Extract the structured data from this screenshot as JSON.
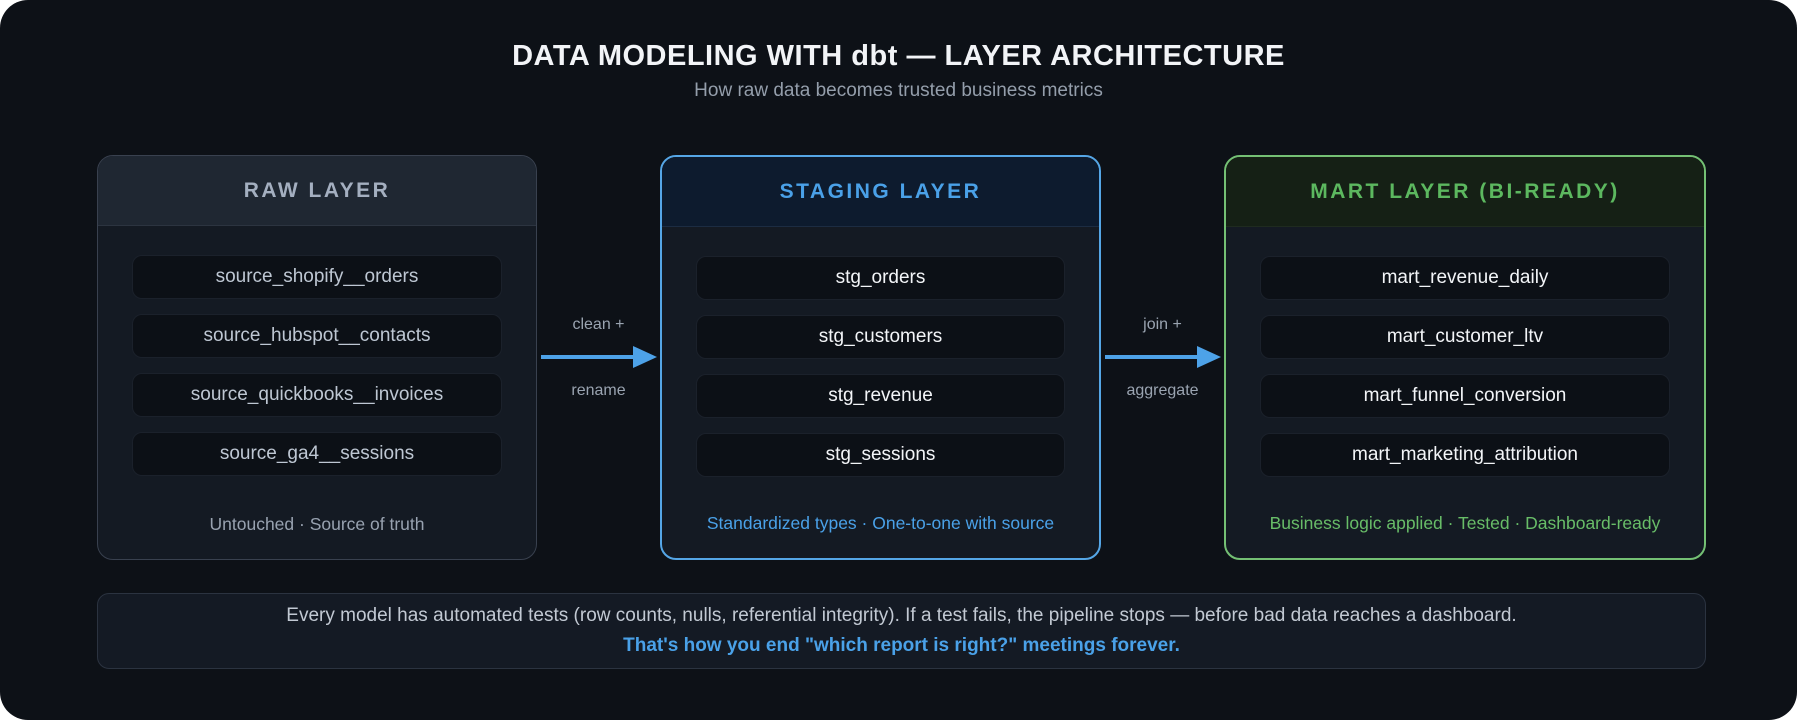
{
  "header": {
    "title": "DATA MODELING WITH dbt — LAYER ARCHITECTURE",
    "subtitle": "How raw data becomes trusted business metrics"
  },
  "cards": [
    {
      "title": "RAW LAYER",
      "items": [
        "source_shopify__orders",
        "source_hubspot__contacts",
        "source_quickbooks__invoices",
        "source_ga4__sessions"
      ],
      "footer": "Untouched · Source of truth",
      "accent_color": "#a4afc0"
    },
    {
      "title": "STAGING LAYER",
      "items": [
        "stg_orders",
        "stg_customers",
        "stg_revenue",
        "stg_sessions"
      ],
      "footer": "Standardized types · One-to-one with source",
      "accent_color": "#4aa1e8"
    },
    {
      "title": "MART LAYER (BI-READY)",
      "items": [
        "mart_revenue_daily",
        "mart_customer_ltv",
        "mart_funnel_conversion",
        "mart_marketing_attribution"
      ],
      "footer": "Business logic applied · Tested · Dashboard-ready",
      "accent_color": "#68bd68"
    }
  ],
  "arrows": [
    {
      "label_top": "clean +",
      "label_bottom": "rename"
    },
    {
      "label_top": "join +",
      "label_bottom": "aggregate"
    }
  ],
  "banner": {
    "line1": "Every model has automated tests (row counts, nulls, referential integrity). If a test fails, the pipeline stops — before bad data reaches a dashboard.",
    "line2": "That's how you end \"which report is right?\" meetings forever."
  },
  "colors": {
    "panel_background": "#0d1117",
    "card_background": "#141a23",
    "pill_background": "#0c1016",
    "raw_border": "#39414f",
    "staging_border": "#55a6e6",
    "mart_border": "#74c074",
    "staging_accent": "#4aa1e8",
    "mart_accent": "#68bd68",
    "arrow_color": "#4da2e8",
    "muted_text": "#9aa4b1"
  }
}
